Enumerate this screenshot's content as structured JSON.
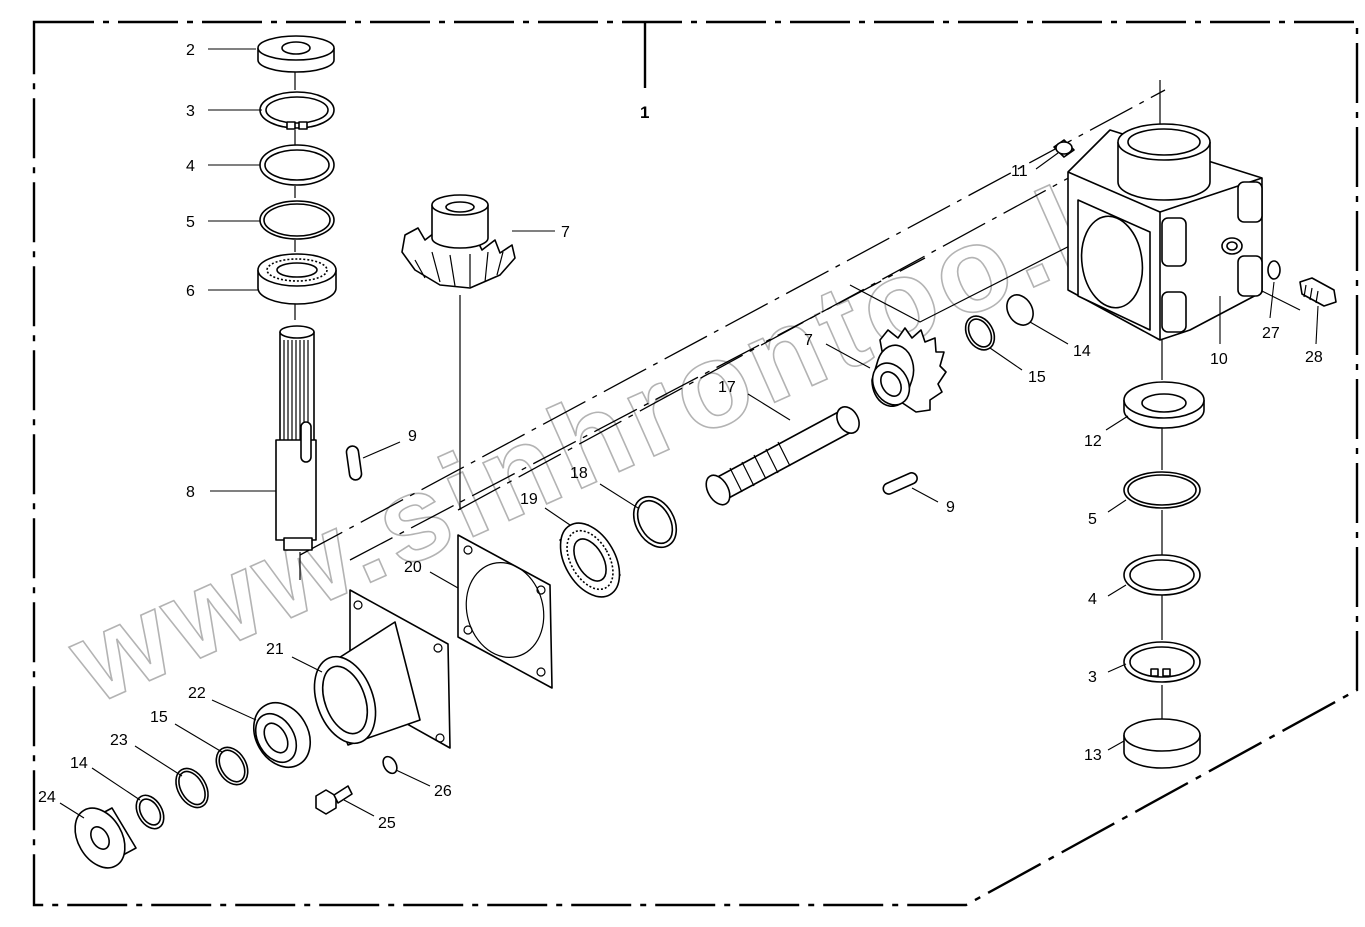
{
  "assembly_label": "1",
  "watermark_text": "www.sinhrontoo.kz",
  "colors": {
    "line": "#000000",
    "background": "#ffffff",
    "watermark": "#9a9a9a"
  },
  "callouts": {
    "c2": "2",
    "c3a": "3",
    "c4a": "4",
    "c5a": "5",
    "c6": "6",
    "c7a": "7",
    "c7b": "7",
    "c8": "8",
    "c9a": "9",
    "c9b": "9",
    "c10": "10",
    "c11": "11",
    "c12": "12",
    "c13": "13",
    "c14a": "14",
    "c14b": "14",
    "c15a": "15",
    "c15b": "15",
    "c17": "17",
    "c18": "18",
    "c19": "19",
    "c20": "20",
    "c21": "21",
    "c22": "22",
    "c23": "23",
    "c24": "24",
    "c25": "25",
    "c26": "26",
    "c27": "27",
    "c28": "28",
    "c5b": "5",
    "c4b": "4",
    "c3b": "3"
  }
}
